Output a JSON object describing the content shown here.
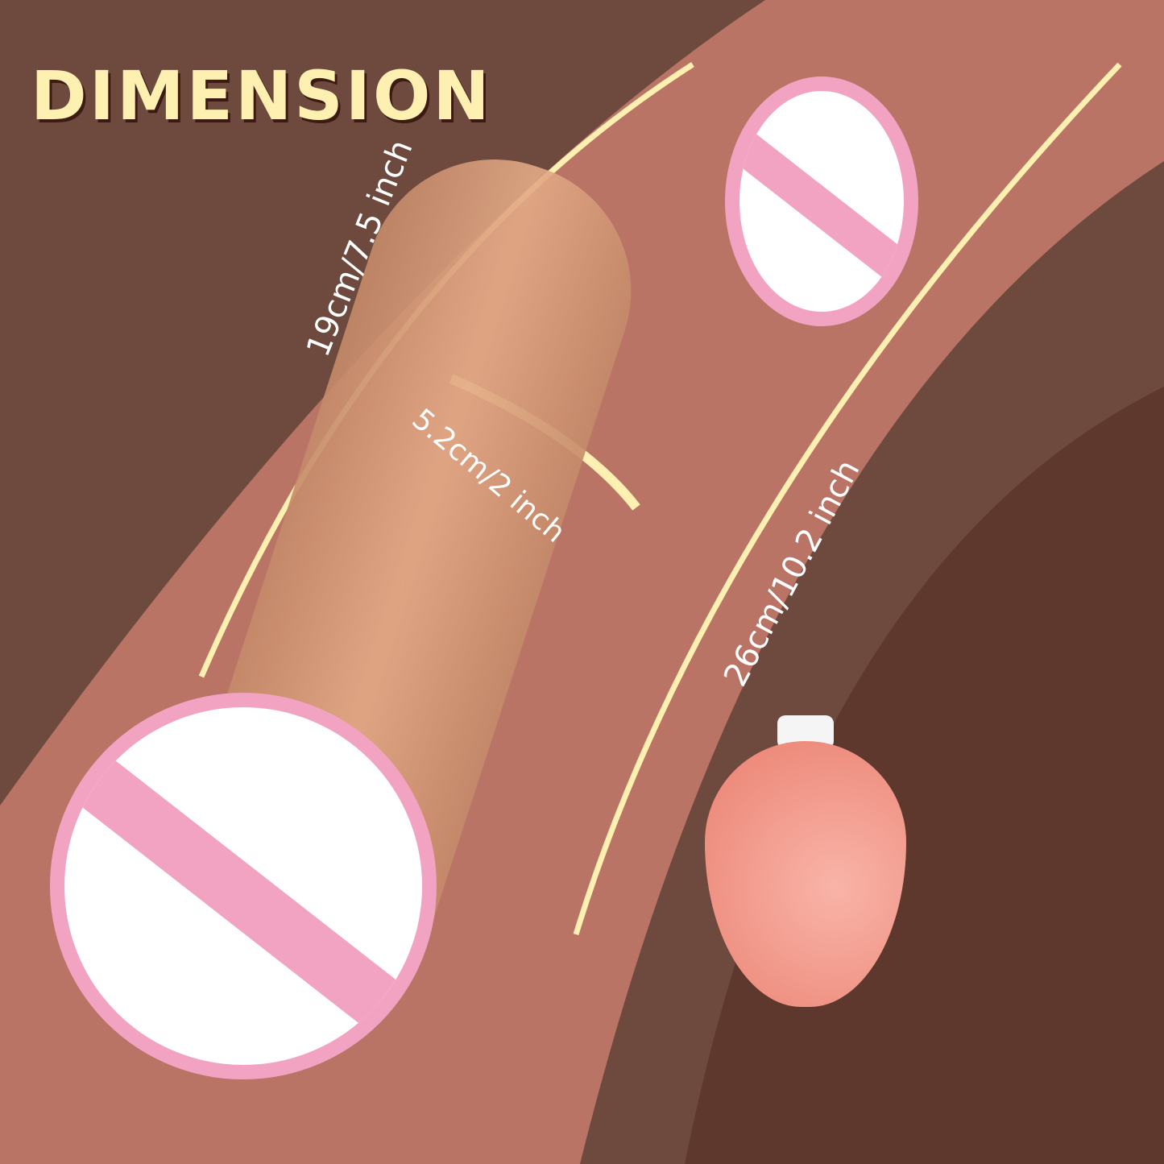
{
  "title": "DIMENSION",
  "labels": {
    "length_insertable": "19cm/7.5 inch",
    "diameter": "5.2cm/2 inch",
    "length_total": "26cm/10.2 inch"
  },
  "colors": {
    "background_dark": "#6e4a3e",
    "band_mid": "#b97466",
    "title_fill": "#fdf0b0",
    "guide_line": "#fdf0b0",
    "censor_pink": "#f2a3c2",
    "bulb": "#ea8070"
  }
}
